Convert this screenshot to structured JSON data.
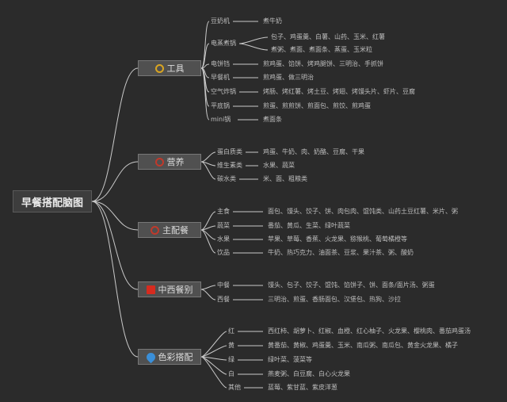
{
  "root": "早餐搭配脑图",
  "branches": [
    {
      "label": "工具",
      "icon": "medal-icon",
      "color": "#d9a521",
      "items": [
        {
          "name": "豆奶机",
          "values": [
            "煮牛奶"
          ]
        },
        {
          "name": "电蒸煮锅",
          "values": [
            "包子、鸡蛋羹、白薯、山药、玉米、红薯",
            "煮粥、煮面、煮面条、蒸蛋、玉米粒"
          ]
        },
        {
          "name": "电饼铛",
          "values": [
            "煎鸡蛋、馅饼、烤鸡腿饼、三明治、手抓饼"
          ]
        },
        {
          "name": "早餐机",
          "values": [
            "煎鸡蛋、做三明治"
          ]
        },
        {
          "name": "空气炸锅",
          "values": [
            "烤肠、烤红薯、烤土豆、烤翅、烤馒头片、虾片、豆腐"
          ]
        },
        {
          "name": "平底锅",
          "values": [
            "煎蛋、煎煎饼、煎面包、煎饺、煎鸡蛋"
          ]
        },
        {
          "name": "mini锅",
          "values": [
            "煮面条"
          ]
        }
      ]
    },
    {
      "label": "营养",
      "icon": "nutrition-icon",
      "color": "#c0392b",
      "items": [
        {
          "name": "蛋白质类",
          "values": [
            "鸡蛋、牛奶、肉、奶酪、豆腐、干果"
          ]
        },
        {
          "name": "维生素类",
          "values": [
            "水果、蔬菜"
          ]
        },
        {
          "name": "碳水类",
          "values": [
            "米、面、粗粮类"
          ]
        }
      ]
    },
    {
      "label": "主配餐",
      "icon": "dish-icon",
      "color": "#c0392b",
      "items": [
        {
          "name": "主食",
          "values": [
            "面包、馒头、饺子、饼、肉包肉、馄饨类、山药土豆红薯、米片、粥"
          ]
        },
        {
          "name": "蔬菜",
          "values": [
            "番茄、黄瓜、生菜、绿叶蔬菜"
          ]
        },
        {
          "name": "水果",
          "values": [
            "苹果、草莓、香蕉、火龙果、猕猴桃、葡萄橘橙等"
          ]
        },
        {
          "name": "饮品",
          "values": [
            "牛奶、热巧克力、油面茶、豆浆、果汁茶、粥、酸奶"
          ]
        }
      ]
    },
    {
      "label": "中西餐别",
      "icon": "flag-icon",
      "color": "#d62b1f",
      "items": [
        {
          "name": "中餐",
          "values": [
            "馒头、包子、饺子、馄饨、馅饼子、饼、面条/面片汤、粥蛋"
          ]
        },
        {
          "name": "西餐",
          "values": [
            "三明治、煎蛋、香肠面包、汉堡包、热狗、沙拉"
          ]
        }
      ]
    },
    {
      "label": "色彩搭配",
      "icon": "droplet-icon",
      "color": "#3a8fd9",
      "items": [
        {
          "name": "红",
          "values": [
            "西红柿、胡萝卜、红椒、血橙、红心柚子、火龙果、樱桃肉、番茄鸡蛋汤"
          ]
        },
        {
          "name": "黄",
          "values": [
            "黄番茄、黄椒、鸡蛋羹、玉米、南瓜粥、南瓜包、黄金火龙果、橘子"
          ]
        },
        {
          "name": "绿",
          "values": [
            "绿叶菜、菠菜等"
          ]
        },
        {
          "name": "白",
          "values": [
            "燕麦粥、白豆腐、白心火龙果"
          ]
        },
        {
          "name": "其他",
          "values": [
            "蓝莓、紫甘蓝、紫皮洋葱"
          ]
        }
      ]
    }
  ]
}
